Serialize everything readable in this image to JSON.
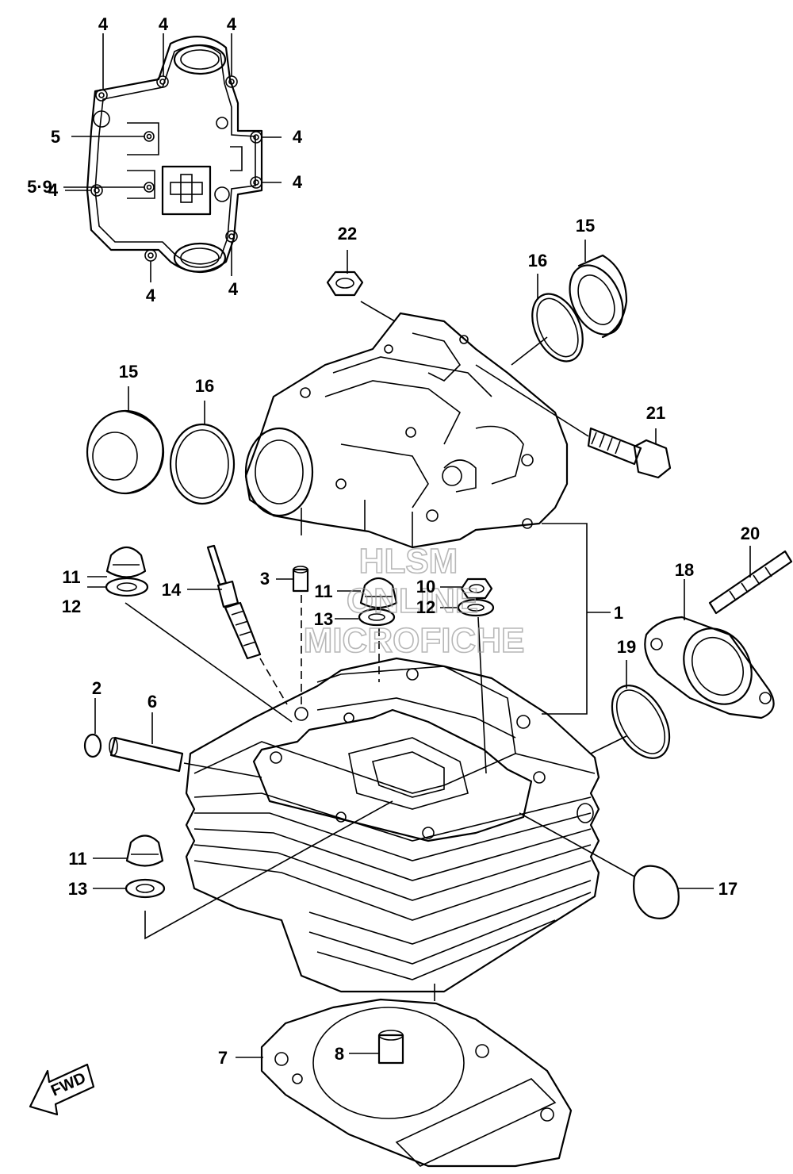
{
  "diagram": {
    "callouts": {
      "c4a": "4",
      "c4b": "4",
      "c4c": "4",
      "c4d": "4",
      "c4e": "4",
      "c4f": "4",
      "c4g": "4",
      "c4h": "4",
      "c5": "5",
      "c59": "5·9",
      "c22": "22",
      "c15a": "15",
      "c16a": "16",
      "c15b": "15",
      "c16b": "16",
      "c21": "21",
      "c20": "20",
      "c18": "18",
      "c1": "1",
      "c19": "19",
      "c11a": "11",
      "c12a": "12",
      "c14": "14",
      "c3": "3",
      "c11b": "11",
      "c13a": "13",
      "c10": "10",
      "c12b": "12",
      "c2": "2",
      "c6": "6",
      "c11c": "11",
      "c13b": "13",
      "c17": "17",
      "c7": "7",
      "c8": "8"
    },
    "watermark": {
      "line1": "HLSM",
      "line2": "ONLINE",
      "line3": "MICROFICHE"
    },
    "fwd_label": "FWD"
  }
}
